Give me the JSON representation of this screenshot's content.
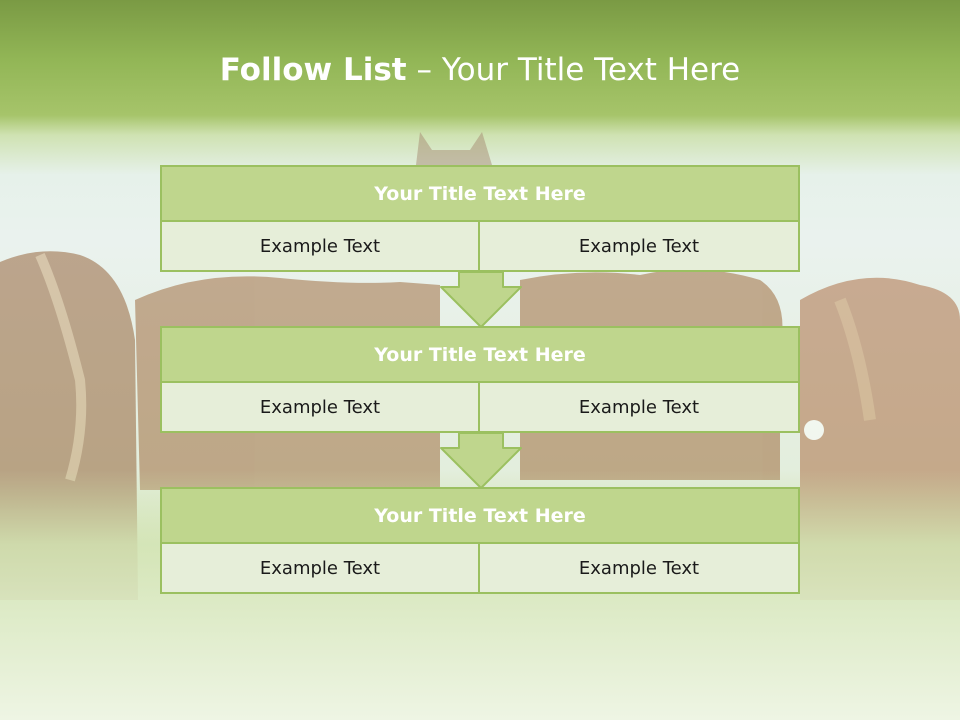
{
  "slide": {
    "title_bold": "Follow List",
    "title_rest": " – Your Title Text Here"
  },
  "blocks": [
    {
      "title": "Your Title Text Here",
      "left": "Example Text",
      "right": "Example Text"
    },
    {
      "title": "Your Title Text Here",
      "left": "Example Text",
      "right": "Example Text"
    },
    {
      "title": "Your Title Text Here",
      "left": "Example Text",
      "right": "Example Text"
    }
  ],
  "colors": {
    "header_green": "#92b656",
    "box_title_fill": "#bfd68d",
    "box_border": "#9bc060",
    "cell_fill": "#e6eed9"
  }
}
